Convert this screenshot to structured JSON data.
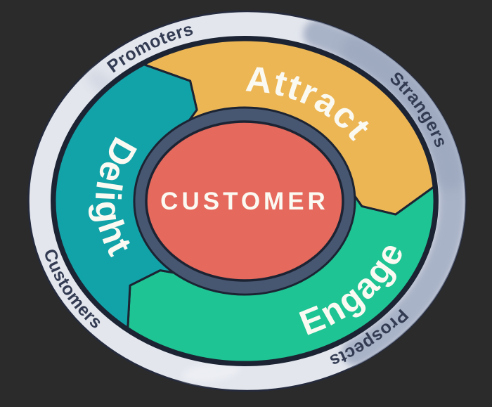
{
  "title": "Flywheel diagram",
  "background_color": "#2b2b2b",
  "flywheel": {
    "center_label": "CUSTOMER",
    "center_color": "#e5695c",
    "hub_ring_color": "#475671",
    "outline_color": "#1c2433",
    "outer_ring_color": "#e3e6ed",
    "outer_ring_shade_color": "#a9b3c7",
    "outer_ring_shade_dark_color": "#9da8bf",
    "outer_ring_highlight_color": "#edeff4",
    "audience_label_color": "#323b52",
    "stage_label_color": "#fbfaf2",
    "stages": [
      {
        "label": "Attract",
        "color": "#ecb655"
      },
      {
        "label": "Engage",
        "color": "#1ec493"
      },
      {
        "label": "Delight",
        "color": "#12a3a8"
      }
    ],
    "audience_labels": [
      {
        "label": "Promoters",
        "position": "top-left"
      },
      {
        "label": "Strangers",
        "position": "top-right"
      },
      {
        "label": "Prospects",
        "position": "bottom-right"
      },
      {
        "label": "Customers",
        "position": "bottom-left"
      }
    ]
  }
}
